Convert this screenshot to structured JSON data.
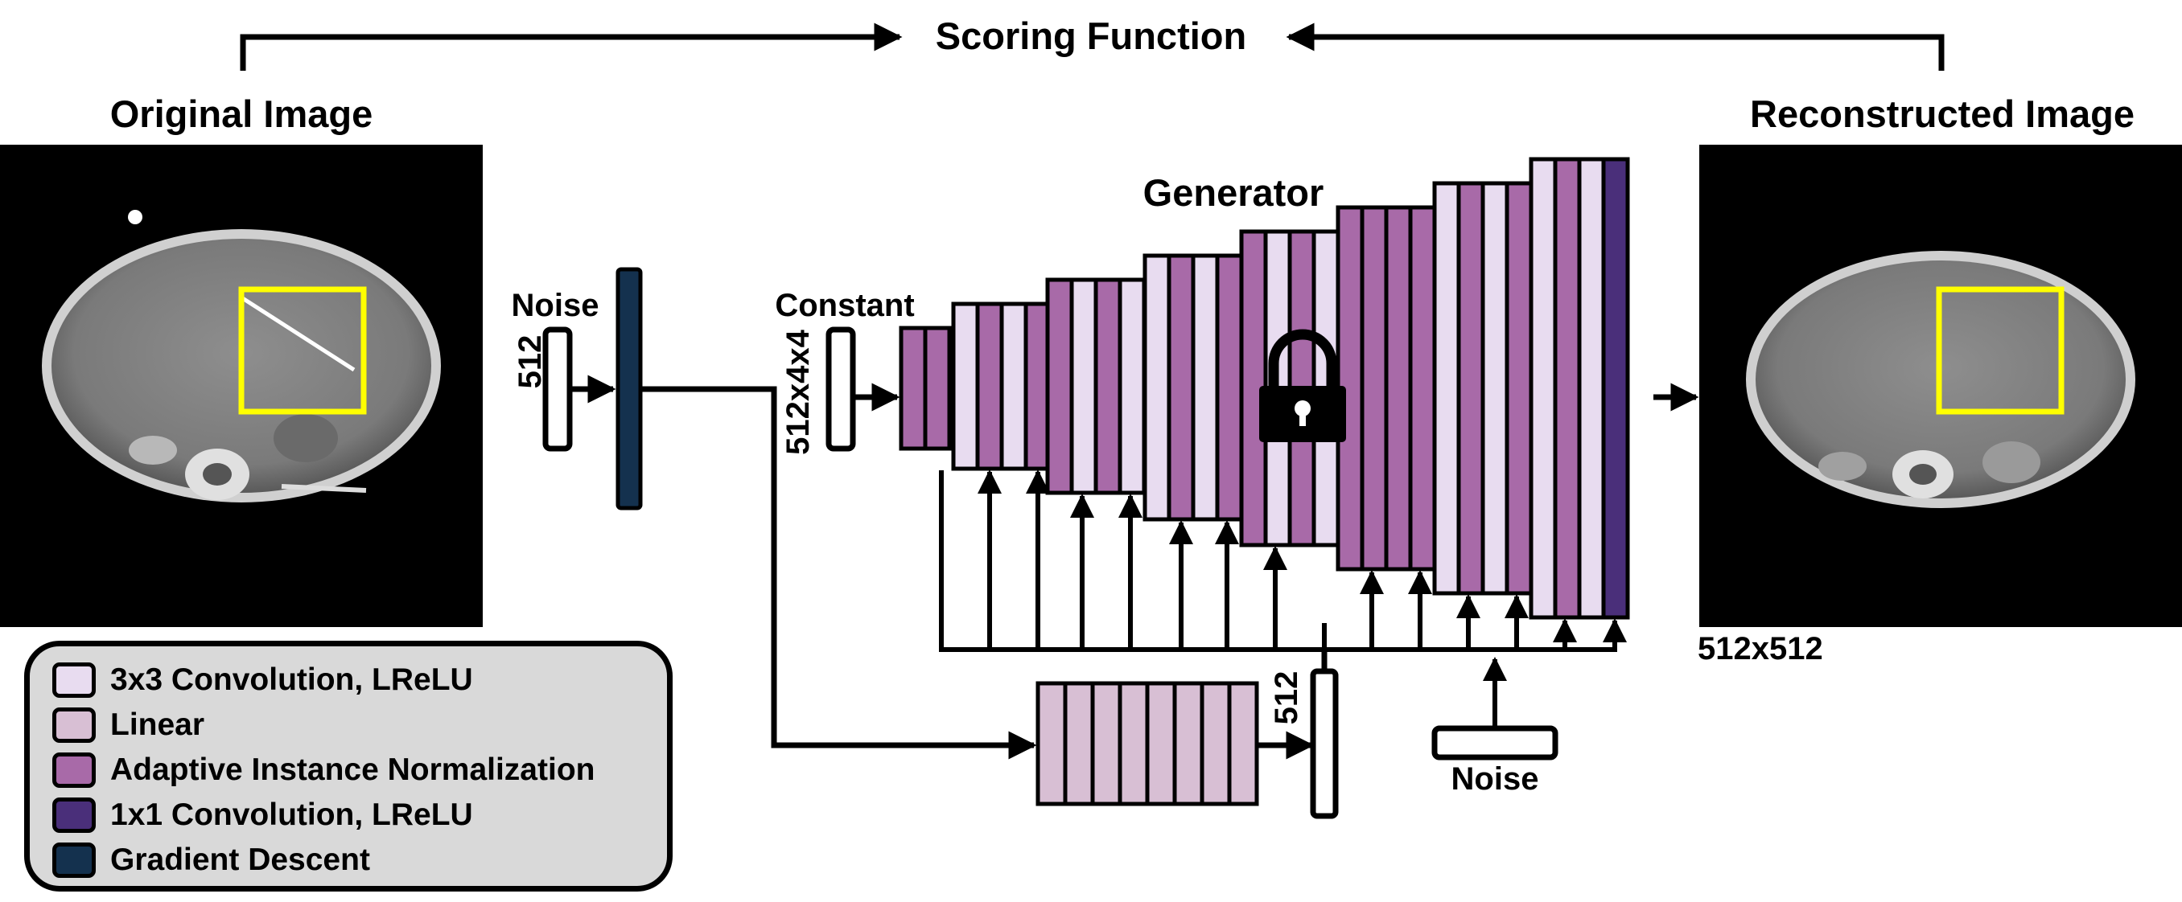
{
  "title": "Scoring Function",
  "original_image": {
    "label": "Original Image"
  },
  "reconstructed_image": {
    "label": "Reconstructed Image",
    "size_label": "512x512"
  },
  "generator": {
    "label": "Generator"
  },
  "noise_input": {
    "label": "Noise",
    "dim_label": "512"
  },
  "constant_input": {
    "label": "Constant",
    "dim_label": "512x4x4"
  },
  "mapping": {
    "dim_label": "512"
  },
  "noise_bottom": {
    "label": "Noise"
  },
  "colors": {
    "conv3x3": "#e8dcf0",
    "linear": "#d8bfd4",
    "adain": "#a86aa8",
    "conv1x1": "#4a2f7a",
    "gradient_descent": "#14314e",
    "highlight_box": "#ffff00"
  },
  "legend": [
    {
      "label": "3x3 Convolution, LReLU",
      "color_key": "conv3x3"
    },
    {
      "label": "Linear",
      "color_key": "linear"
    },
    {
      "label": "Adaptive Instance Normalization",
      "color_key": "adain"
    },
    {
      "label": "1x1 Convolution, LReLU",
      "color_key": "conv1x1"
    },
    {
      "label": "Gradient Descent",
      "color_key": "gradient_descent"
    }
  ]
}
